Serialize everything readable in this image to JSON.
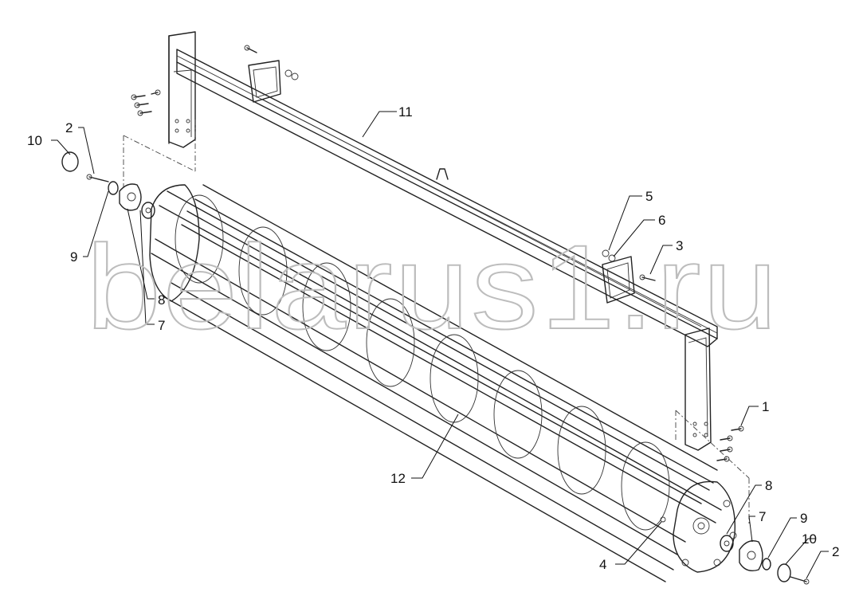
{
  "watermark": "belarus1.ru",
  "callouts": [
    {
      "id": "c11",
      "text": "11"
    },
    {
      "id": "c10a",
      "text": "10"
    },
    {
      "id": "c2a",
      "text": "2"
    },
    {
      "id": "c9a",
      "text": "9"
    },
    {
      "id": "c8a",
      "text": "8"
    },
    {
      "id": "c7a",
      "text": "7"
    },
    {
      "id": "c5",
      "text": "5"
    },
    {
      "id": "c6",
      "text": "6"
    },
    {
      "id": "c3",
      "text": "3"
    },
    {
      "id": "c1",
      "text": "1"
    },
    {
      "id": "c12",
      "text": "12"
    },
    {
      "id": "c8b",
      "text": "8"
    },
    {
      "id": "c7b",
      "text": "7"
    },
    {
      "id": "c9b",
      "text": "9"
    },
    {
      "id": "c10b",
      "text": "10"
    },
    {
      "id": "c2b",
      "text": "2"
    },
    {
      "id": "c4",
      "text": "4"
    }
  ]
}
